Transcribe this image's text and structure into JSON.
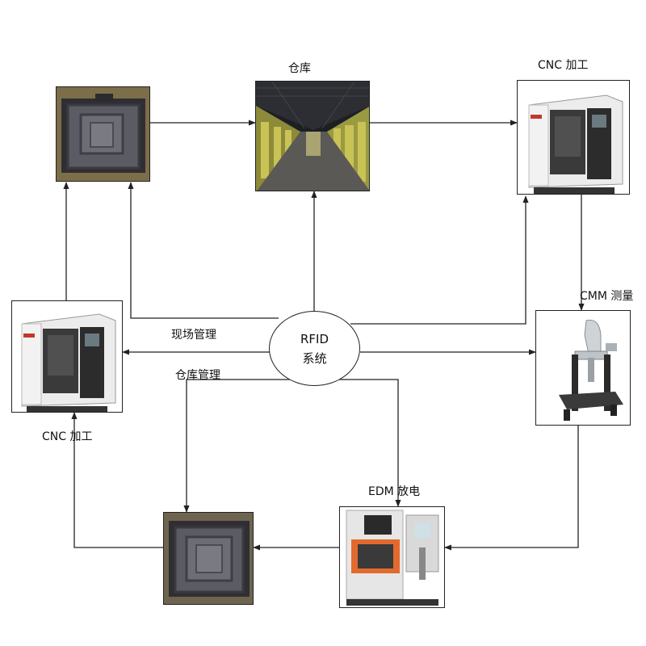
{
  "nodes": {
    "warehouse": {
      "label": "仓库"
    },
    "cnc_top": {
      "label": "CNC 加工"
    },
    "cmm": {
      "label": "CMM 测量"
    },
    "edm": {
      "label": "EDM 放电"
    },
    "cnc_left": {
      "label": "CNC 加工"
    }
  },
  "center": {
    "line1": "RFID",
    "line2": "系统"
  },
  "edge_labels": {
    "site": "现场管理",
    "warehouse_mgmt": "仓库管理"
  },
  "colors": {
    "line": "#222222",
    "bg": "#ffffff"
  }
}
